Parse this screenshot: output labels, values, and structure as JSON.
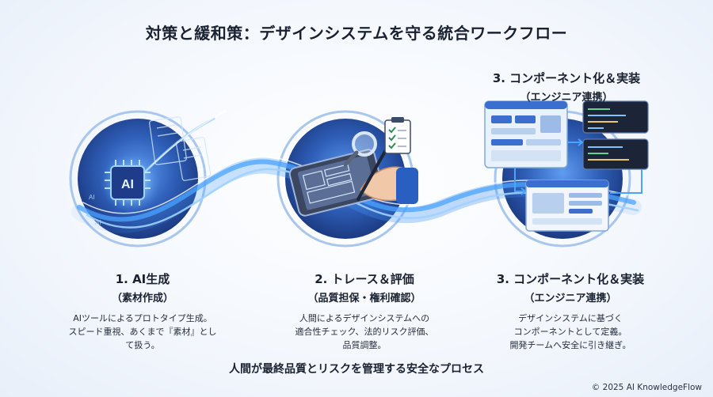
{
  "header": {
    "title": "対策と緩和策：デザインシステムを守る統合ワークフロー"
  },
  "steps": [
    {
      "heading": "1. AI生成",
      "sub": "（素材作成）",
      "desc": [
        "AIツールによるプロトタイプ生成。",
        "スピード重視、あくまで『素材』とし",
        "て扱う。"
      ]
    },
    {
      "heading": "2. トレース＆評価",
      "sub": "（品質担保・権利確認）",
      "desc": [
        "人間によるデザインシステムへの",
        "適合性チェック、法的リスク評価、",
        "品質調整。"
      ]
    },
    {
      "heading": "3. コンポーネント化＆実装",
      "sub": "（エンジニア連携）",
      "desc": [
        "デザインシステムに基づく",
        "コンポーネントとして定義。",
        "開発チームへ安全に引き継ぎ。"
      ]
    }
  ],
  "top_label": {
    "heading": "3. コンポーネント化＆実装",
    "sub": "（エンジニア連携）"
  },
  "chip": {
    "label": "AI",
    "mini_labels": [
      "AI",
      "AI"
    ]
  },
  "footer": {
    "summary": "人間が最終品質とリスクを管理する安全なプロセス",
    "copyright": "© 2025 AI KnowledgeFlow"
  },
  "colors": {
    "flow": "#3d8bf0",
    "deep": "#1f3c8a",
    "circle": "#3a6fd0",
    "accent": "#7ec3ff"
  },
  "icons": [
    "ai-chip-icon",
    "tablet-icon",
    "pen-hand-icon",
    "magnifier-icon",
    "clipboard-icon",
    "ui-window-icon",
    "code-window-icon"
  ]
}
